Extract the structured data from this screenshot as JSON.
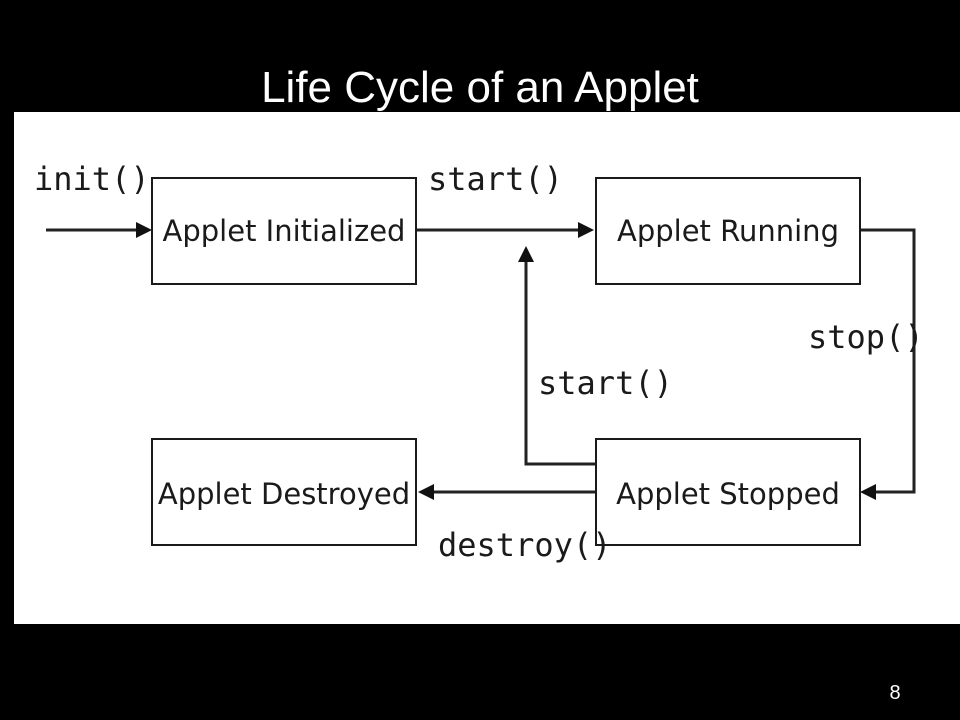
{
  "slide": {
    "title": "Life Cycle of an Applet",
    "page_number": "8"
  },
  "diagram": {
    "states": {
      "initialized": "Applet Initialized",
      "running": "Applet Running",
      "stopped": "Applet Stopped",
      "destroyed": "Applet Destroyed"
    },
    "transitions": {
      "init": "init()",
      "start_from_initialized": "start()",
      "stop": "stop()",
      "start_from_stopped": "start()",
      "destroy": "destroy()"
    }
  }
}
